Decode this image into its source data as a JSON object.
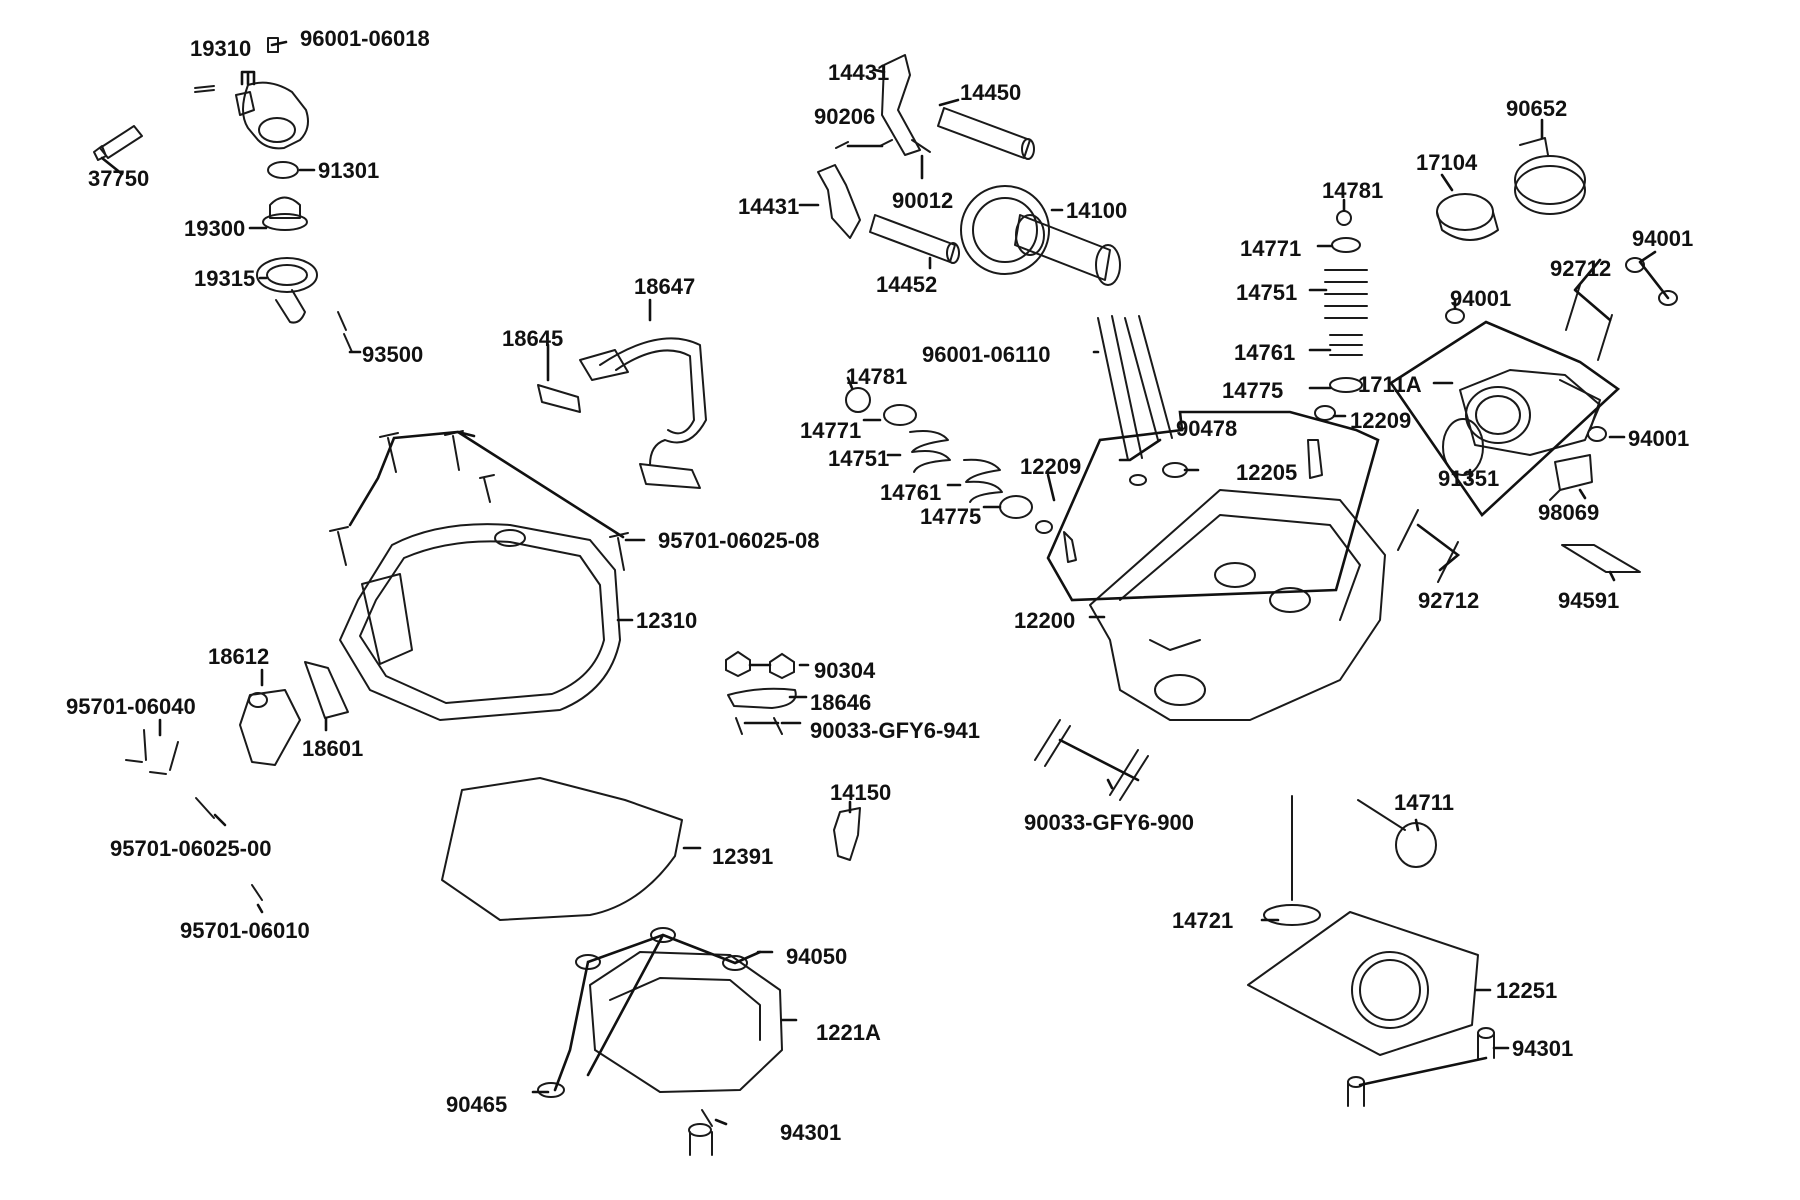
{
  "callouts": [
    {
      "id": "c19310",
      "text": "19310"
    },
    {
      "id": "c96001_06018",
      "text": "96001-06018"
    },
    {
      "id": "c37750",
      "text": "37750"
    },
    {
      "id": "c91301",
      "text": "91301"
    },
    {
      "id": "c19300",
      "text": "19300"
    },
    {
      "id": "c19315",
      "text": "19315"
    },
    {
      "id": "c93500",
      "text": "93500"
    },
    {
      "id": "c18645",
      "text": "18645"
    },
    {
      "id": "c18647",
      "text": "18647"
    },
    {
      "id": "c95701_06025_08",
      "text": "95701-06025-08"
    },
    {
      "id": "c12310",
      "text": "12310"
    },
    {
      "id": "c18612",
      "text": "18612"
    },
    {
      "id": "c95701_06040",
      "text": "95701-06040"
    },
    {
      "id": "c18601",
      "text": "18601"
    },
    {
      "id": "c95701_06025_00",
      "text": "95701-06025-00"
    },
    {
      "id": "c95701_06010",
      "text": "95701-06010"
    },
    {
      "id": "c12391",
      "text": "12391"
    },
    {
      "id": "c94050",
      "text": "94050"
    },
    {
      "id": "c1221A",
      "text": "1221A"
    },
    {
      "id": "c90465",
      "text": "90465"
    },
    {
      "id": "c94301a",
      "text": "94301"
    },
    {
      "id": "c90304",
      "text": "90304"
    },
    {
      "id": "c18646",
      "text": "18646"
    },
    {
      "id": "c90033_941",
      "text": "90033-GFY6-941"
    },
    {
      "id": "c14150",
      "text": "14150"
    },
    {
      "id": "c14431a",
      "text": "14431"
    },
    {
      "id": "c14450",
      "text": "14450"
    },
    {
      "id": "c90206",
      "text": "90206"
    },
    {
      "id": "c90012",
      "text": "90012"
    },
    {
      "id": "c14431b",
      "text": "14431"
    },
    {
      "id": "c14100",
      "text": "14100"
    },
    {
      "id": "c14452",
      "text": "14452"
    },
    {
      "id": "c96001_06110",
      "text": "96001-06110"
    },
    {
      "id": "c14781a",
      "text": "14781"
    },
    {
      "id": "c14771a",
      "text": "14771"
    },
    {
      "id": "c14751a",
      "text": "14751"
    },
    {
      "id": "c14761a",
      "text": "14761"
    },
    {
      "id": "c14775a",
      "text": "14775"
    },
    {
      "id": "c12209a",
      "text": "12209"
    },
    {
      "id": "c90478",
      "text": "90478"
    },
    {
      "id": "c12205",
      "text": "12205"
    },
    {
      "id": "c12200",
      "text": "12200"
    },
    {
      "id": "c90033_900",
      "text": "90033-GFY6-900"
    },
    {
      "id": "c14781b",
      "text": "14781"
    },
    {
      "id": "c14771b",
      "text": "14771"
    },
    {
      "id": "c14751b",
      "text": "14751"
    },
    {
      "id": "c14761b",
      "text": "14761"
    },
    {
      "id": "c14775b",
      "text": "14775"
    },
    {
      "id": "c12209b",
      "text": "12209"
    },
    {
      "id": "c1711A",
      "text": "1711A"
    },
    {
      "id": "c91351",
      "text": "91351"
    },
    {
      "id": "c90652",
      "text": "90652"
    },
    {
      "id": "c17104",
      "text": "17104"
    },
    {
      "id": "c94001a",
      "text": "94001"
    },
    {
      "id": "c92712a",
      "text": "92712"
    },
    {
      "id": "c94001b",
      "text": "94001"
    },
    {
      "id": "c94001c",
      "text": "94001"
    },
    {
      "id": "c98069",
      "text": "98069"
    },
    {
      "id": "c92712b",
      "text": "92712"
    },
    {
      "id": "c94591",
      "text": "94591"
    },
    {
      "id": "c14711",
      "text": "14711"
    },
    {
      "id": "c14721",
      "text": "14721"
    },
    {
      "id": "c12251",
      "text": "12251"
    },
    {
      "id": "c94301b",
      "text": "94301"
    }
  ]
}
